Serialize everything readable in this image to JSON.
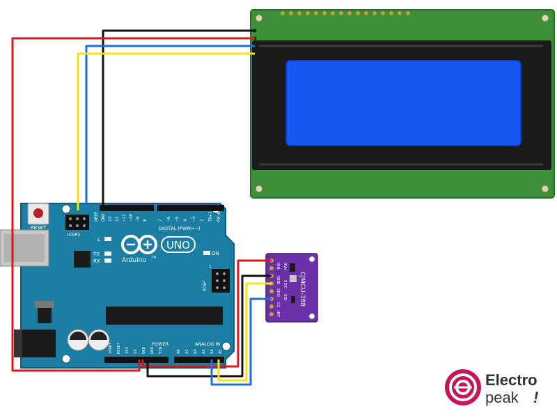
{
  "arduino": {
    "reset_label": "RESET",
    "icsp2_label": "ICSP2",
    "icsp_label": "ICSP",
    "led_l": "L",
    "led_tx": "TX",
    "led_rx": "RX",
    "on_label": "ON",
    "uno_label": "UNO",
    "brand_label": "Arduino",
    "trademark": "TM",
    "digital_label": "DIGITAL (PWM=~)",
    "power_label": "POWER",
    "analog_label": "ANALOG IN",
    "icsp_pin_one": "1",
    "digital_pins": [
      "AREF",
      "GND",
      "13",
      "12",
      "~11",
      "~10",
      "~9",
      "8",
      "7",
      "~6",
      "~5",
      "4",
      "~3",
      "2",
      "TX▸1",
      "RX◂0"
    ],
    "power_pins": [
      "IOREF",
      "RESET",
      "3V3",
      "5V",
      "GND",
      "GND",
      "VIN"
    ],
    "analog_pins": [
      "A0",
      "A1",
      "A2",
      "A3",
      "A4",
      "A5"
    ]
  },
  "sensor": {
    "title": "CJMCU-388",
    "pins": [
      "VIN",
      "3Vo",
      "GND",
      "SCK",
      "SDO",
      "SDI",
      "CS",
      "INT"
    ]
  },
  "brand": {
    "line1": "Electro",
    "line2": "peak",
    "mark": "!"
  },
  "colors": {
    "board": "#1d7ea3",
    "lcd_pcb": "#3d8f3a",
    "lcd_screen": "#1557f0",
    "sensor": "#6b2fa8",
    "wire_red": "#d41a1a",
    "wire_black": "#111111",
    "wire_blue": "#1f6fd6",
    "wire_yellow": "#f2e41a",
    "brand_accent": "#c2185b"
  }
}
